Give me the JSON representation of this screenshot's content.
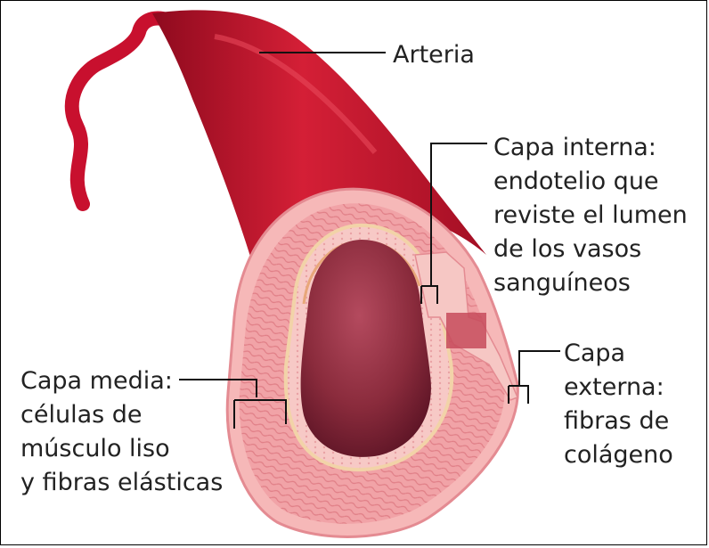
{
  "labels": {
    "arteria": "Arteria",
    "capa_interna": [
      "Capa interna:",
      "endotelio que",
      "reviste el lumen",
      "de los vasos",
      "sanguíneos"
    ],
    "capa_media": [
      "Capa media:",
      "células de",
      "músculo liso",
      "y fibras elásticas"
    ],
    "capa_externa": [
      "Capa",
      "externa:",
      "fibras de",
      "colágeno"
    ]
  },
  "colors": {
    "artery_red": "#c8102e",
    "wall_pink": "#f2a4a8",
    "lumen_maroon": "#8a2b3c",
    "elastic_cream": "#f7d9b0"
  }
}
